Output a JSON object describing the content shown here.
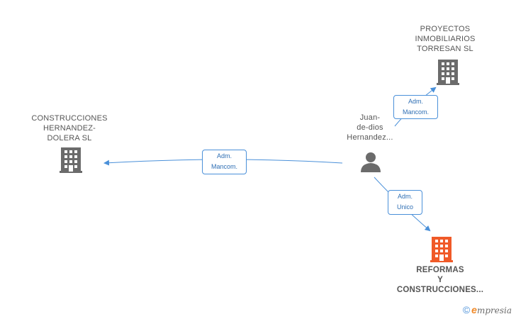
{
  "nodes": {
    "proyectos": {
      "lines": [
        "PROYECTOS",
        "INMOBILIARIOS",
        "TORRESAN SL"
      ]
    },
    "hernandez": {
      "lines": [
        "CONSTRUCCIONES",
        "HERNANDEZ-",
        "DOLERA SL"
      ]
    },
    "juan": {
      "lines": [
        "Juan-",
        "de-dios",
        "Hernandez..."
      ]
    },
    "reformas": {
      "lines": [
        "REFORMAS",
        "Y",
        "CONSTRUCCIONES..."
      ]
    }
  },
  "relations": {
    "to_proyectos": {
      "lines": [
        "Adm.",
        "Mancom."
      ]
    },
    "to_hernandez": {
      "lines": [
        "Adm.",
        "Mancom."
      ]
    },
    "to_reformas": {
      "lines": [
        "Adm.",
        "Unico"
      ]
    }
  },
  "colors": {
    "company": "#6b6b6b",
    "company_highlight": "#f05a28",
    "person": "#6b6b6b",
    "edge": "#4a90d9"
  },
  "icons": {
    "company": "building-icon",
    "person": "person-icon",
    "copyright": "copyright-icon"
  },
  "brand": {
    "copyright": "©",
    "e": "e",
    "rest": "mpresia"
  }
}
